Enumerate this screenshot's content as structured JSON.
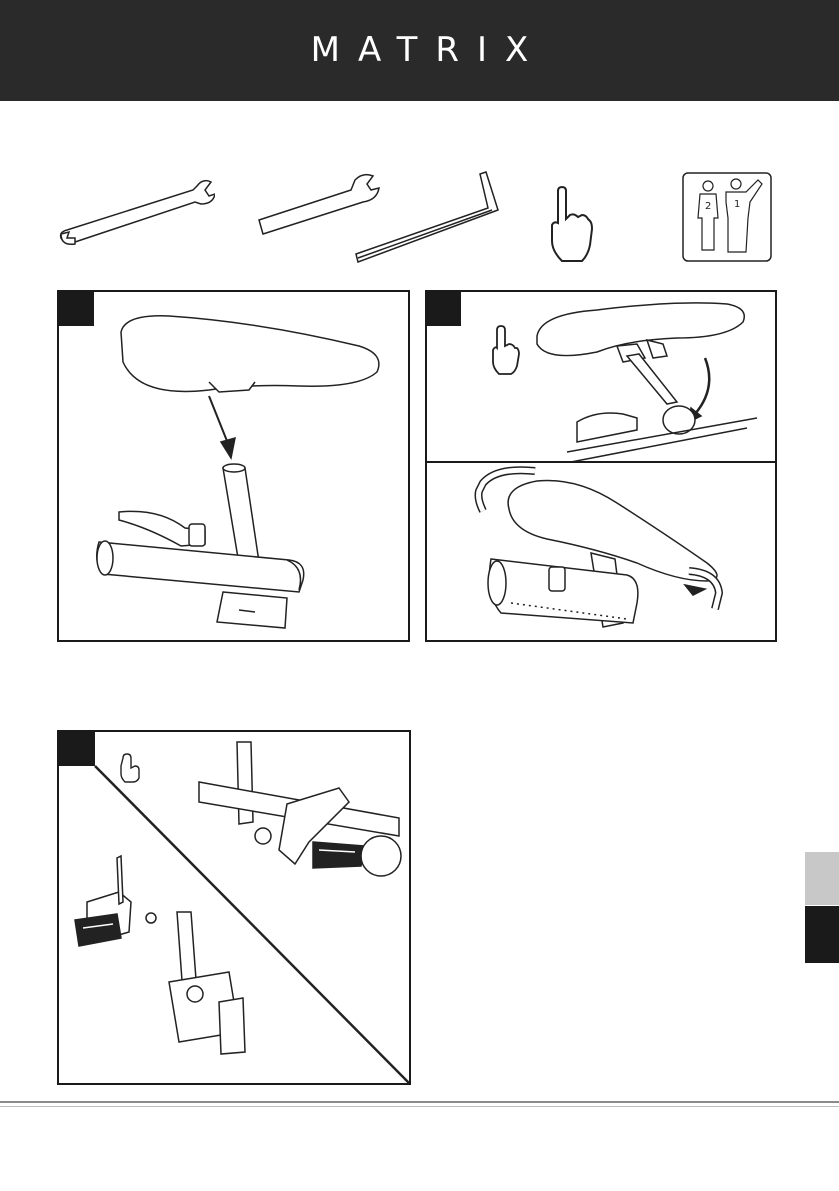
{
  "header": {
    "brand": "MATRIX",
    "bg_color": "#2a2a2a"
  },
  "tools": [
    {
      "icon": "open-end-wrench-icon"
    },
    {
      "icon": "open-end-wrench-small-icon"
    },
    {
      "icon": "hex-key-icon"
    },
    {
      "icon": "hand-tighten-icon"
    },
    {
      "icon": "two-person-assembly-icon",
      "labels": [
        "2",
        "1"
      ]
    }
  ],
  "steps": [
    {
      "icon": "seat-install-illustration"
    },
    {
      "icon": "seat-tighten-illustration"
    },
    {
      "icon": "seat-adjust-illustration"
    },
    {
      "icon": "pedal-install-illustration"
    }
  ],
  "side_tabs": {
    "light": "#c8c8c8",
    "dark": "#1a1a1a"
  }
}
